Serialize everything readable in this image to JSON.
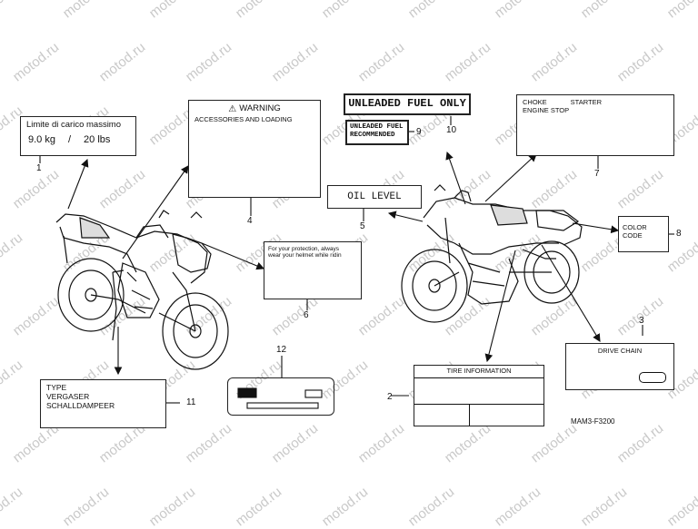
{
  "watermark": "motod.ru",
  "labels": {
    "l1": {
      "line1": "Limite di carico massimo",
      "kg": "9.0 kg",
      "sep": "/",
      "lbs": "20 lbs",
      "num": "1"
    },
    "l2": {
      "title": "TIRE INFORMATION",
      "num": "2"
    },
    "l3": {
      "title": "DRIVE CHAIN",
      "num": "3"
    },
    "l4": {
      "warning": "WARNING",
      "sub": "ACCESSORIES AND LOADING",
      "num": "4"
    },
    "l5": {
      "title": "OIL LEVEL",
      "num": "5"
    },
    "l6": {
      "line1": "For your protection, always",
      "line2": "wear your helmet while ridin",
      "num": "6"
    },
    "l7": {
      "line1a": "CHOKE",
      "line1b": "STARTER",
      "line2": "ENGINE STOP",
      "num": "7"
    },
    "l8": {
      "line1": "COLOR",
      "line2": "CODE",
      "num": "8"
    },
    "l9": {
      "line1": "UNLEADED FUEL",
      "line2": "RECOMMENDED",
      "num": "9"
    },
    "l10": {
      "title": "UNLEADED FUEL ONLY",
      "num": "10"
    },
    "l11": {
      "line1": "TYPE",
      "line2": "VERGASER",
      "line3": "SCHALLDAMPEER",
      "num": "11"
    },
    "l12": {
      "num": "12"
    }
  },
  "code": "MAM3-F3200"
}
